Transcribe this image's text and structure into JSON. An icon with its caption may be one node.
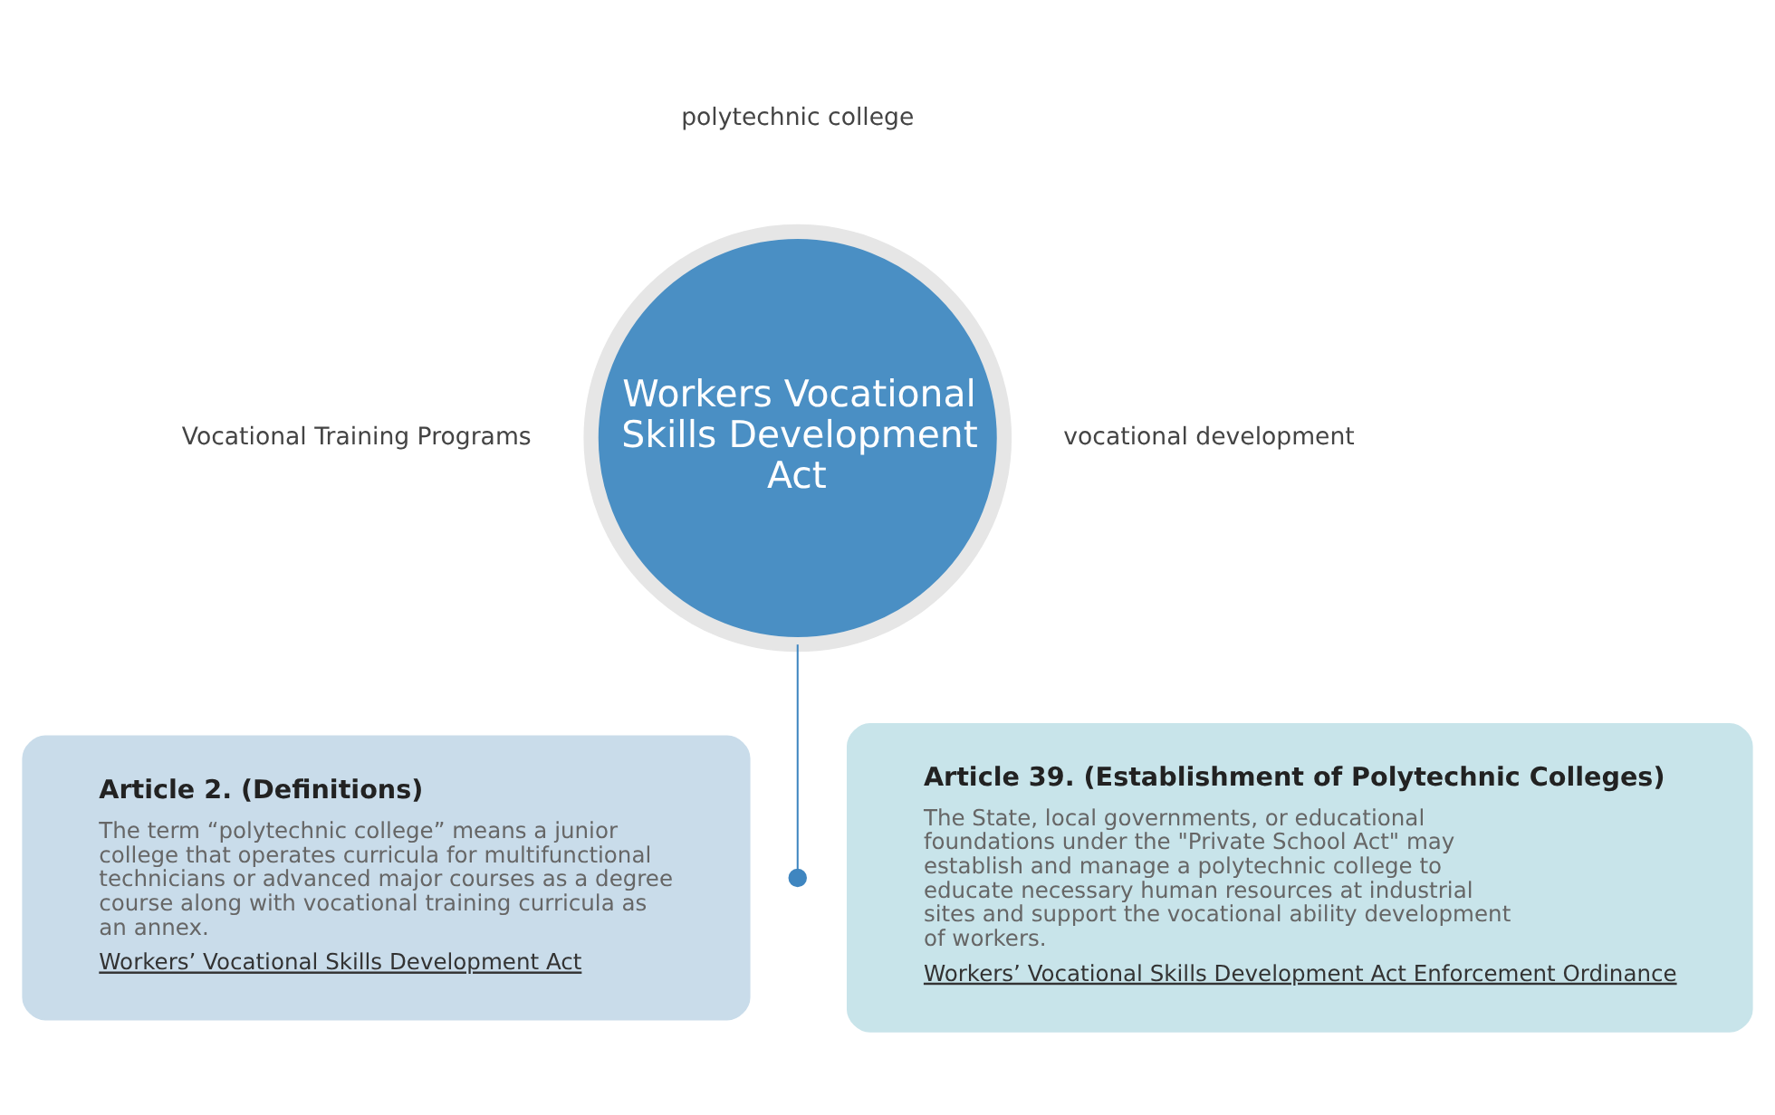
{
  "diagram": {
    "nodes": [
      {
        "text": [
          "Workers Vocational Skills Development Act"
        ]
      },
      {
        "text": [],
        "shape": "circle"
      },
      {
        "text": [
          "Article 2. (Definitions)",
          "The term “polytechnic college” means a junior college that operates curricula for multifunctional technicians or advanced major courses as a degree course along with vocational training curricula as an annex.",
          "Workers’ Vocational Skills Development Act"
        ]
      },
      {
        "text": [
          "Article 39. (Establishment of Polytechnic Colleges)",
          "The State, local governments, or educational foundations under the \"Private School Act\" may establish and manage a polytechnic college to educate necessary human resources at industrial sites and support the vocational ability development of workers.",
          "Workers’ Vocational Skills Development Act Enforcement Ordinance"
        ]
      }
    ],
    "edges": [
      {
        "from": 0,
        "to": 1,
        "arrow": "none"
      }
    ],
    "labels": [
      "polytechnic college",
      "Vocational Training Programs",
      "vocational development"
    ]
  }
}
